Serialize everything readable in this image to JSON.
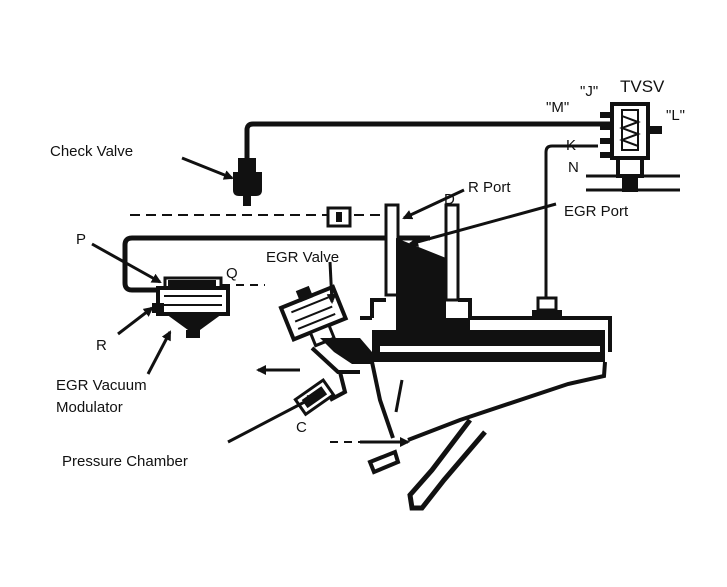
{
  "labels": {
    "tvsv": "TVSV",
    "m": "\"M\"",
    "j": "\"J\"",
    "l": "\"L\"",
    "k": "K",
    "n": "N",
    "check_valve": "Check Valve",
    "r_port": "R Port",
    "egr_port": "EGR Port",
    "p": "P",
    "q": "Q",
    "egr_valve": "EGR Valve",
    "r": "R",
    "egr_vacuum_modulator_1": "EGR Vacuum",
    "egr_vacuum_modulator_2": "Modulator",
    "pressure_chamber": "Pressure Chamber",
    "c": "C",
    "d": "D"
  },
  "colors": {
    "ink": "#111111",
    "paper": "#ffffff"
  }
}
